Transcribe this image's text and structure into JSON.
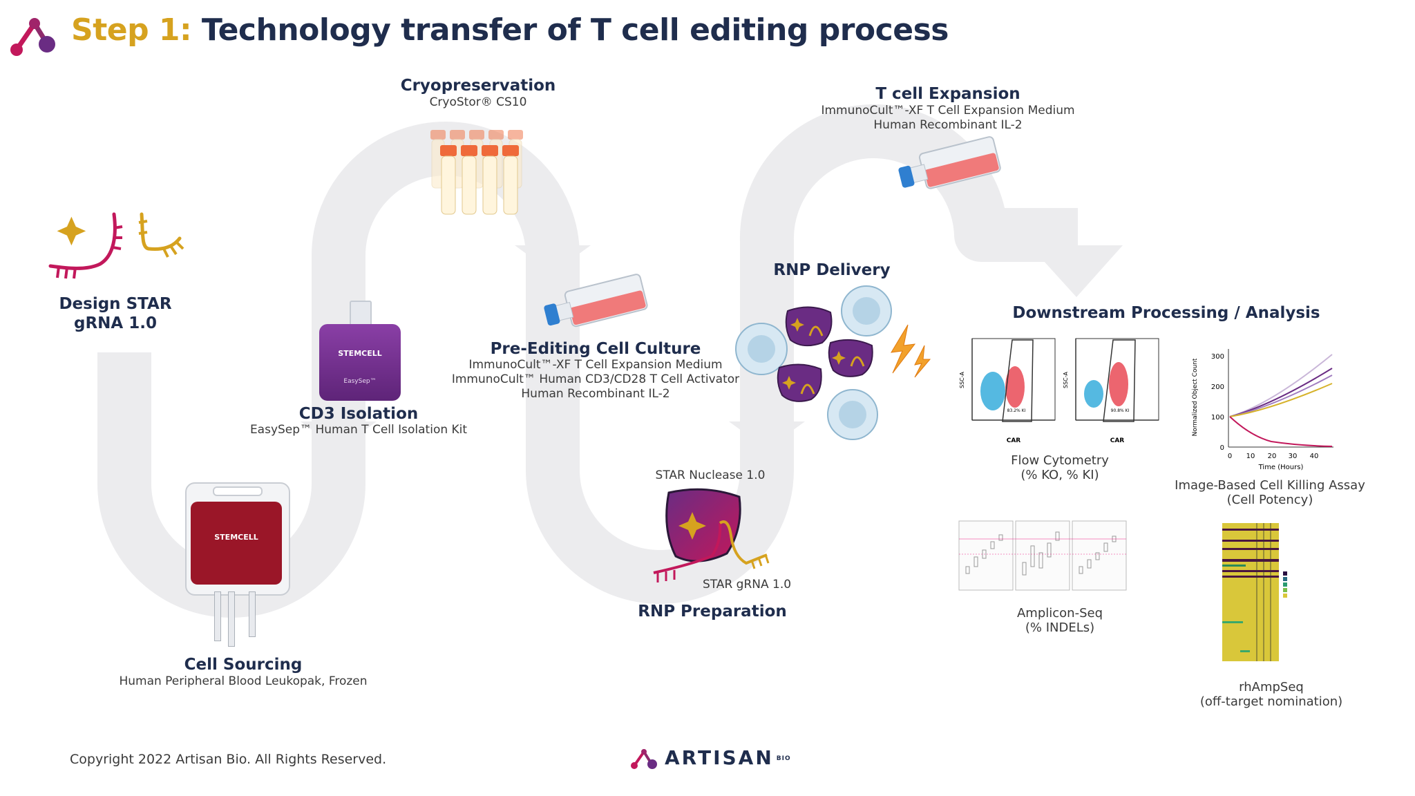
{
  "title": {
    "step": "Step 1:",
    "text": "Technology transfer of T cell editing process"
  },
  "steps": {
    "design": {
      "title_line1": "Design STAR",
      "title_line2": "gRNA 1.0"
    },
    "cryo": {
      "title": "Cryopreservation",
      "sub": "CryoStor® CS10"
    },
    "expansion": {
      "title": "T cell Expansion",
      "sub1": "ImmunoCult™-XF T Cell Expansion Medium",
      "sub2": "Human Recombinant IL-2"
    },
    "rnp_delivery": {
      "title": "RNP Delivery"
    },
    "downstream": {
      "title": "Downstream Processing / Analysis"
    },
    "pre_editing": {
      "title": "Pre-Editing Cell Culture",
      "sub1": "ImmunoCult™-XF T Cell Expansion Medium",
      "sub2": "ImmunoCult™ Human CD3/CD28 T Cell Activator",
      "sub3": "Human Recombinant IL-2"
    },
    "cd3": {
      "title": "CD3 Isolation",
      "sub": "EasySep™ Human T Cell Isolation Kit",
      "box_brand": "STEMCELL",
      "box_label": "EasySep™"
    },
    "rnp_prep": {
      "title": "RNP Preparation",
      "nuclease": "STAR Nuclease 1.0",
      "grna": "STAR gRNA 1.0"
    },
    "sourcing": {
      "title": "Cell Sourcing",
      "sub": "Human Peripheral Blood Leukopak, Frozen",
      "bag_brand": "STEMCELL"
    }
  },
  "analysis": {
    "flow": {
      "caption1": "Flow Cytometry",
      "caption2": "(% KO, % KI)",
      "xlabel": "CAR",
      "ylabel": "SSC-A",
      "gate1": "83.2% KI",
      "gate2": "90.8% KI"
    },
    "killing": {
      "caption1": "Image-Based Cell Killing Assay",
      "caption2": "(Cell Potency)",
      "xlabel": "Time (Hours)",
      "ylabel": "Normalized Object Count",
      "x_ticks": [
        "0",
        "10",
        "20",
        "30",
        "40"
      ],
      "y_ticks": [
        "0",
        "100",
        "200",
        "300"
      ]
    },
    "amplicon": {
      "caption1": "Amplicon-Seq",
      "caption2": "(% INDELs)"
    },
    "rhamp": {
      "caption1": "rhAmpSeq",
      "caption2": "(off-target nomination)"
    }
  },
  "footer": {
    "copyright": "Copyright 2022 Artisan Bio. All Rights Reserved.",
    "brand": "ARTISAN",
    "brand_sup": "BIO"
  },
  "colors": {
    "navy": "#1f2d4d",
    "gold": "#d6a21f",
    "magenta": "#c2185b",
    "purple": "#6a2c83",
    "arrow": "#ececee"
  }
}
